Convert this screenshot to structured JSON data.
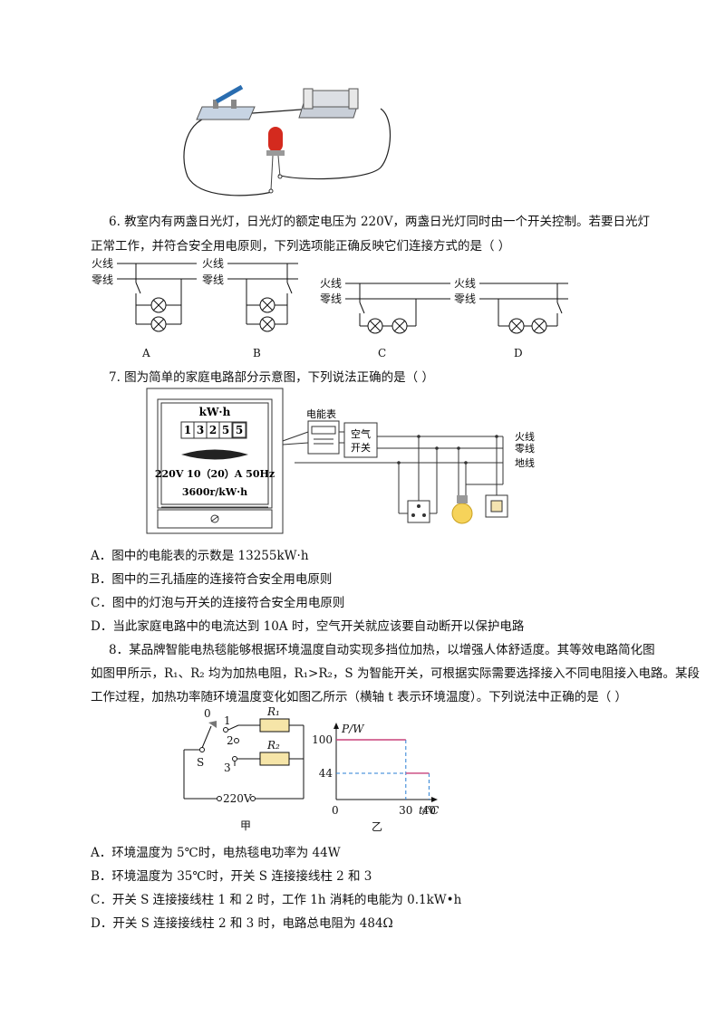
{
  "q6": {
    "text_line1": "6.   教室内有两盏日光灯，日光灯的额定电压为 220V，两盏日光灯同时由一个开关控制。若要日光灯",
    "text_line2": "正常工作，并符合安全用电原则，下列选项能正确反映它们连接方式的是（        ）",
    "wire_live": "火线",
    "wire_neutral": "零线",
    "options": [
      "A",
      "B",
      "C",
      "D"
    ]
  },
  "q7": {
    "text": "7. 图为简单的家庭电路部分示意图，下列说法正确的是（        ）",
    "meter": {
      "unit": "kW·h",
      "digits": [
        "1",
        "3",
        "2",
        "5",
        "5"
      ],
      "spec": "220V  10（20）A  50Hz",
      "rate": "3600r/kW·h",
      "small_label": "电能表",
      "breaker_line1": "空气",
      "breaker_line2": "开关",
      "wire_live": "火线",
      "wire_neutral": "零线",
      "wire_ground": "地线"
    },
    "options": [
      "A．图中的电能表的示数是 13255kW·h",
      "B．图中的三孔插座的连接符合安全用电原则",
      "C．图中的灯泡与开关的连接符合安全用电原则",
      "D．当此家庭电路中的电流达到 10A 时，空气开关就应该要自动断开以保护电路"
    ]
  },
  "q8": {
    "text_line1": "8．某品牌智能电热毯能够根据环境温度自动实现多挡位加热，以增强人体舒适度。其等效电路简化图",
    "text_line2": "如图甲所示，R₁、R₂ 均为加热电阻，R₁>R₂，S 为智能开关，可根据实际需要选择接入不同电阻接入电路。某段",
    "text_line3": "工作过程，加热功率随环境温度变化如图乙所示（横轴 t 表示环境温度）。下列说法中正确的是（    ）",
    "circuit": {
      "switch_label": "S",
      "t0": "0",
      "t1": "1",
      "t2": "2",
      "t3": "3",
      "r1": "R₁",
      "r2": "R₂",
      "source": "220V",
      "caption": "甲"
    },
    "graph": {
      "ylabel": "P/W",
      "xlabel": "t/℃",
      "origin": "0",
      "xticks": [
        "30",
        "40"
      ],
      "yticks": [
        "100",
        "44"
      ],
      "caption": "乙"
    },
    "options": [
      "A．环境温度为 5℃时，电热毯电功率为 44W",
      "B．环境温度为 35℃时，开关 S 连接接线柱 2 和 3",
      "C．开关 S 连接接线柱 1 和 2 时，工作 1h 消耗的电能为 0.1kW•h",
      "D．开关 S 连接接线柱 2 和 3 时，电路总电阻为 484Ω"
    ]
  },
  "chart_data": {
    "type": "line",
    "xlabel": "t/℃",
    "ylabel": "P/W",
    "xlim": [
      0,
      45
    ],
    "ylim": [
      0,
      120
    ],
    "series": [
      {
        "x": [
          0,
          30
        ],
        "y": [
          100,
          100
        ]
      },
      {
        "x": [
          30,
          40
        ],
        "y": [
          44,
          44
        ]
      }
    ]
  }
}
